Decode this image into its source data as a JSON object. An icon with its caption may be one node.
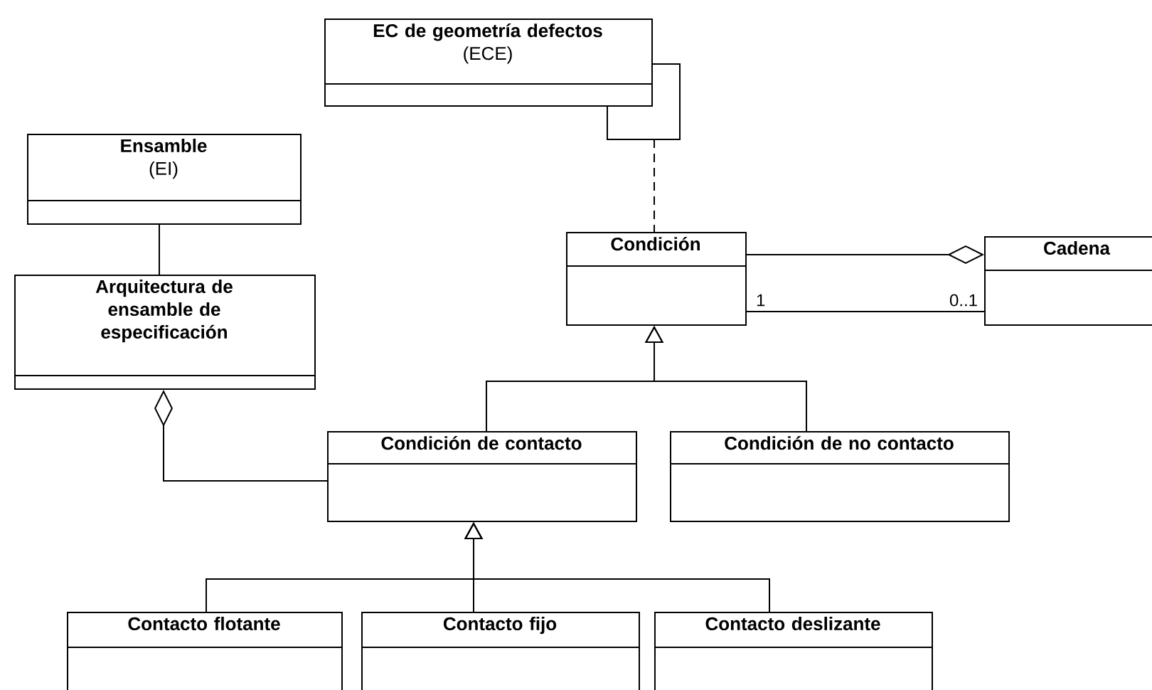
{
  "diagram": {
    "nodes": [
      {
        "text": [
          "EC de geometría defectos",
          "(ECE)"
        ]
      },
      {
        "text": [
          "Ensamble",
          "(EI)"
        ]
      },
      {
        "text": [
          "Arquitectura de ensamble de especificación"
        ]
      },
      {
        "text": [
          "Condición"
        ]
      },
      {
        "text": [
          "Cadena"
        ]
      },
      {
        "text": [
          "Condición de contacto"
        ]
      },
      {
        "text": [
          "Condición de no contacto"
        ]
      },
      {
        "text": [
          "Contacto flotante"
        ]
      },
      {
        "text": [
          "Contacto fijo"
        ]
      },
      {
        "text": [
          "Contacto deslizante"
        ]
      }
    ],
    "edges": [
      {
        "from": 0,
        "to": 0,
        "arrow": "none"
      },
      {
        "from": null,
        "to": 3,
        "arrow": "none",
        "style": "dashed"
      },
      {
        "from": 1,
        "to": 2,
        "arrow": "none"
      },
      {
        "from": 5,
        "to": 2,
        "arrow": "other"
      },
      {
        "from": 3,
        "to": 4,
        "arrow": "other"
      },
      {
        "from": 3,
        "to": 4,
        "arrow": "none"
      },
      {
        "from": 5,
        "to": 3,
        "arrow": "to"
      },
      {
        "from": 6,
        "to": 3,
        "arrow": "to"
      },
      {
        "from": 7,
        "to": 5,
        "arrow": "to"
      },
      {
        "from": 8,
        "to": 5,
        "arrow": "to"
      },
      {
        "from": 9,
        "to": 5,
        "arrow": "to"
      }
    ],
    "labels": [
      "1",
      "0..1"
    ]
  }
}
